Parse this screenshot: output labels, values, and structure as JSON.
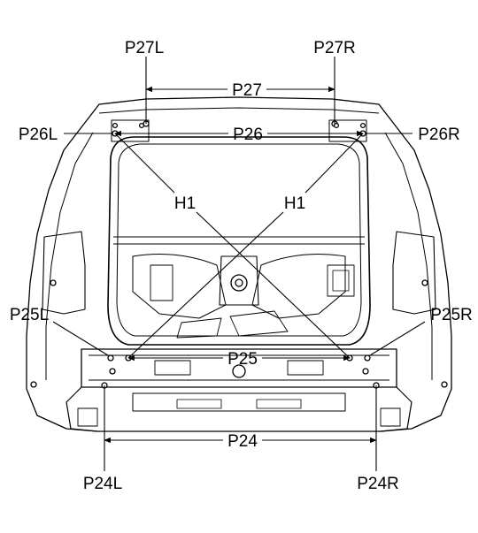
{
  "labels": {
    "p27l": "P27L",
    "p27r": "P27R",
    "p27": "P27",
    "p26l": "P26L",
    "p26": "P26",
    "p26r": "P26R",
    "h1_left": "H1",
    "h1_right": "H1",
    "p25l": "P25L",
    "p25": "P25",
    "p25r": "P25R",
    "p24": "P24",
    "p24l": "P24L",
    "p24r": "P24R"
  }
}
